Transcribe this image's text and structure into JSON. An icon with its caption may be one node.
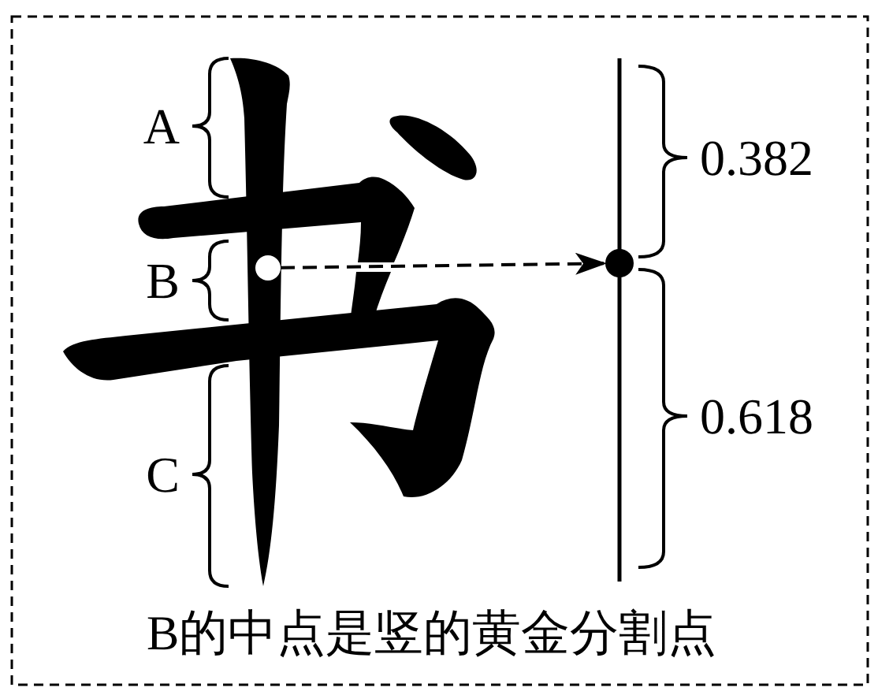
{
  "diagram": {
    "caption": "B的中点是竖的黄金分割点",
    "nodes": [
      {
        "text": [],
        "shape": "circle"
      },
      {
        "text": [],
        "shape": "circle"
      }
    ],
    "edges": [
      {
        "from": 0,
        "to": 1,
        "arrow": "to",
        "style": "dashed"
      }
    ],
    "labels": [
      "A",
      "B",
      "C",
      "0.382",
      "0.618"
    ]
  }
}
